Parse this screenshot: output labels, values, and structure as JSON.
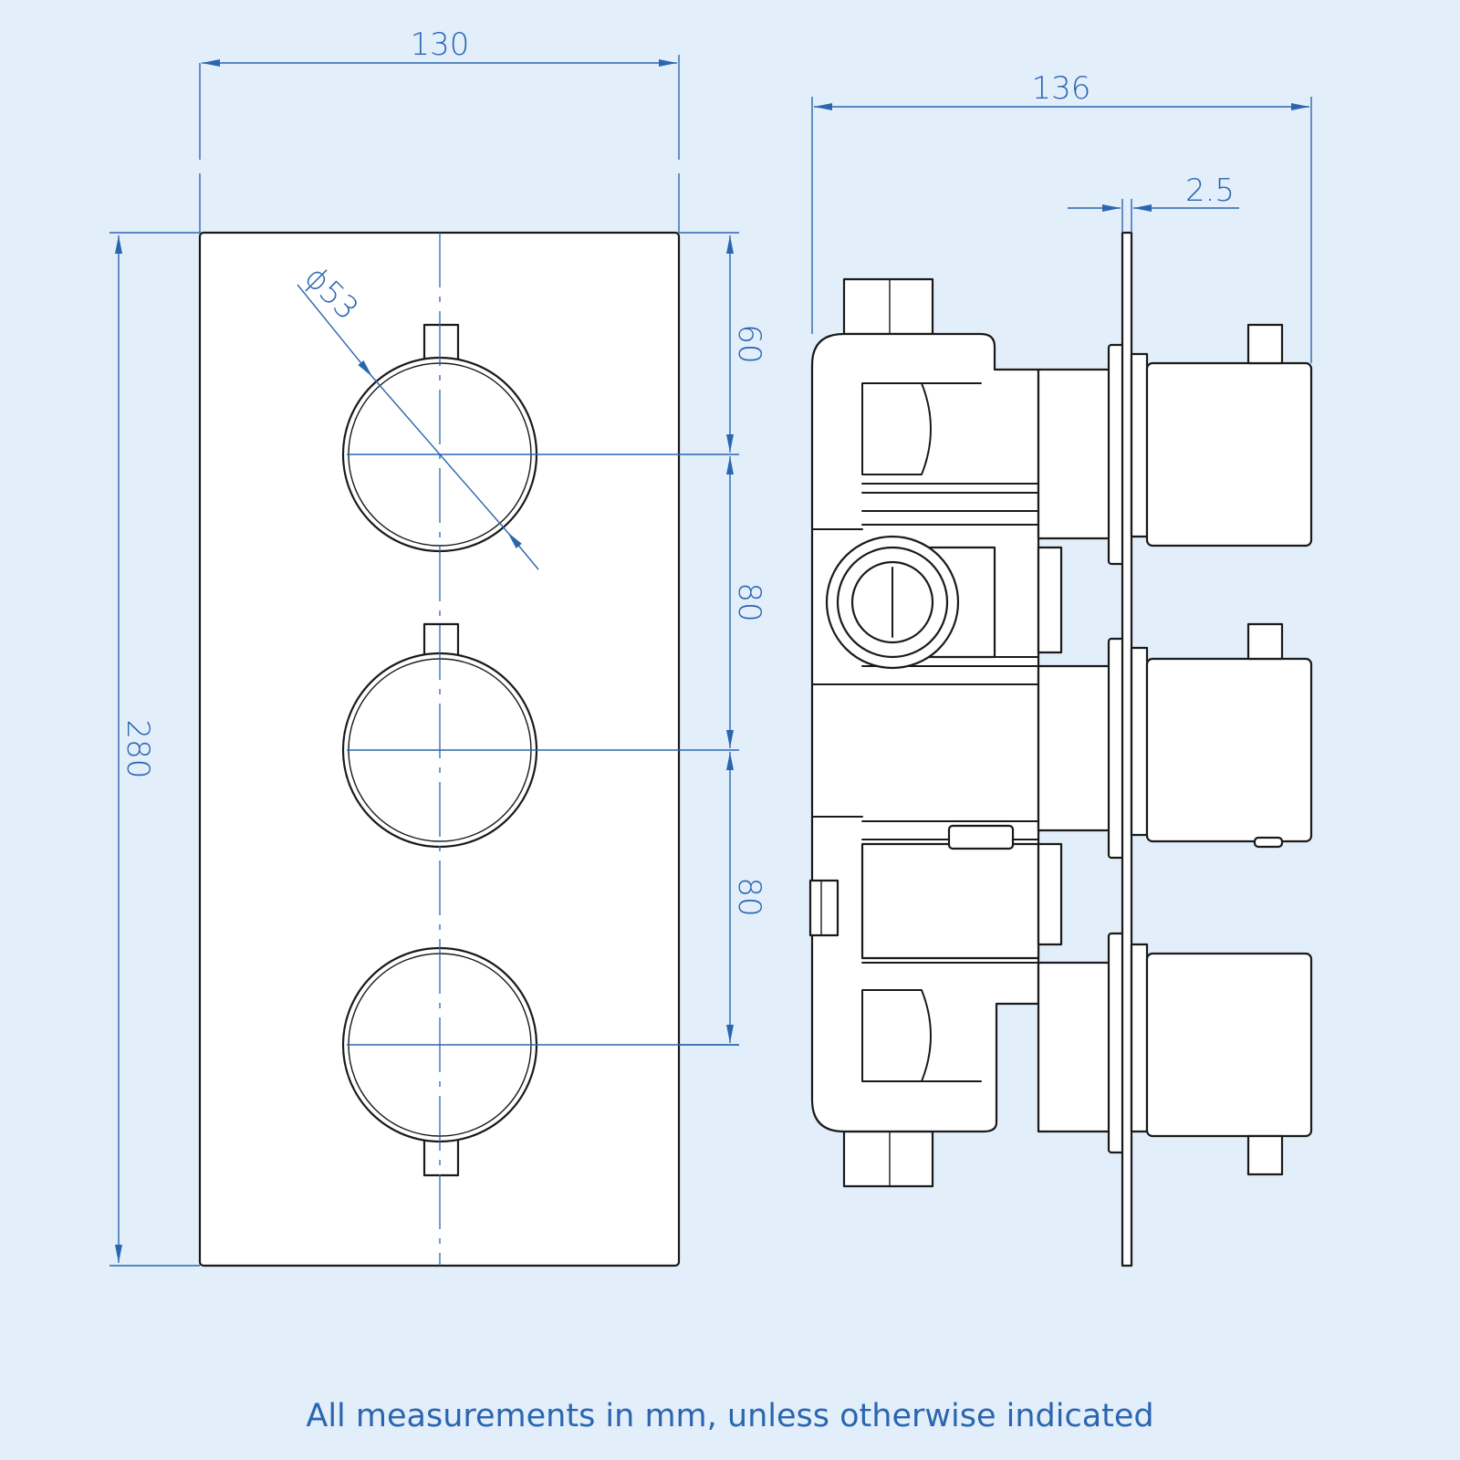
{
  "diagram": {
    "dimensions": {
      "plate_width": "130",
      "body_depth": "136",
      "plate_thickness": "2.5",
      "knob_diameter": "ϕ53",
      "plate_height": "280",
      "top_to_first_knob": "60",
      "knob_spacing_upper": "80",
      "knob_spacing_lower": "80"
    },
    "views": [
      "front-view",
      "side-view"
    ],
    "knob_count": 3
  },
  "caption": "All measurements in mm, unless otherwise indicated",
  "colors": {
    "background": "#e3eefb",
    "dimension": "#2a66b0",
    "outline": "#1a1a1a",
    "fill": "#ffffff"
  }
}
